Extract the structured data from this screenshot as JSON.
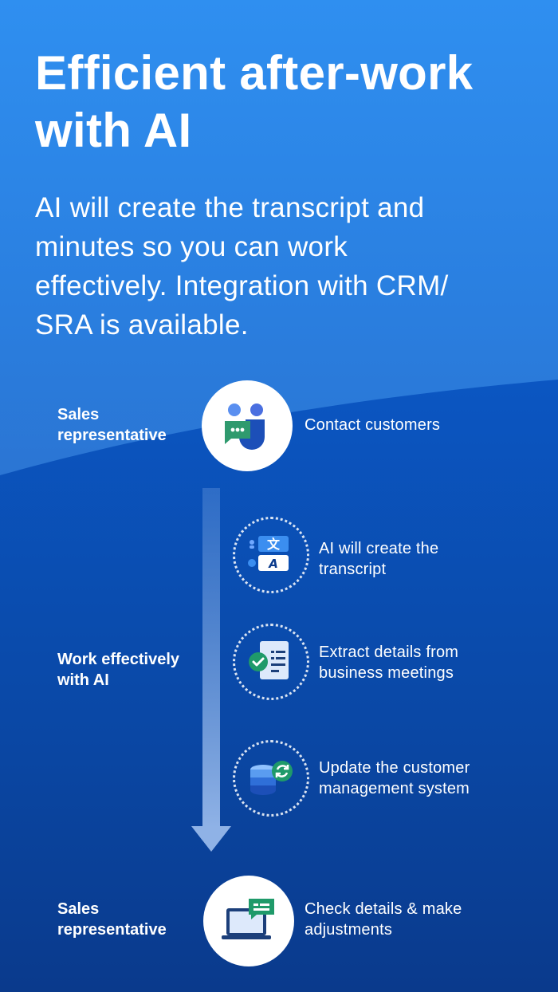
{
  "header": {
    "title_line1": "Efficient after-work",
    "title_line2": "with AI",
    "subtitle_line1": "AI will create the transcript and",
    "subtitle_line2": "minutes so you can work",
    "subtitle_line3": "effectively. Integration with CRM/",
    "subtitle_line4": "SRA is available."
  },
  "flow": {
    "role_top_line1": "Sales",
    "role_top_line2": "representative",
    "role_middle_line1": "Work effectively",
    "role_middle_line2": "with AI",
    "role_bottom_line1": "Sales",
    "role_bottom_line2": "representative",
    "steps": [
      {
        "line1": "Contact customers",
        "line2": "",
        "icon": "chat-app-icon"
      },
      {
        "line1": "AI will create the",
        "line2": "transcript",
        "icon": "translate-icon"
      },
      {
        "line1": "Extract details from",
        "line2": "business meetings",
        "icon": "document-check-icon"
      },
      {
        "line1": "Update the customer",
        "line2": "management system",
        "icon": "database-sync-icon"
      },
      {
        "line1": "Check details & make",
        "line2": "adjustments",
        "icon": "laptop-message-icon"
      }
    ]
  },
  "colors": {
    "bg_light": "#2f8ff0",
    "bg_dark": "#0a3f96",
    "white": "#ffffff",
    "icon_blue": "#2b6fd6",
    "icon_green": "#1f9a6a"
  }
}
